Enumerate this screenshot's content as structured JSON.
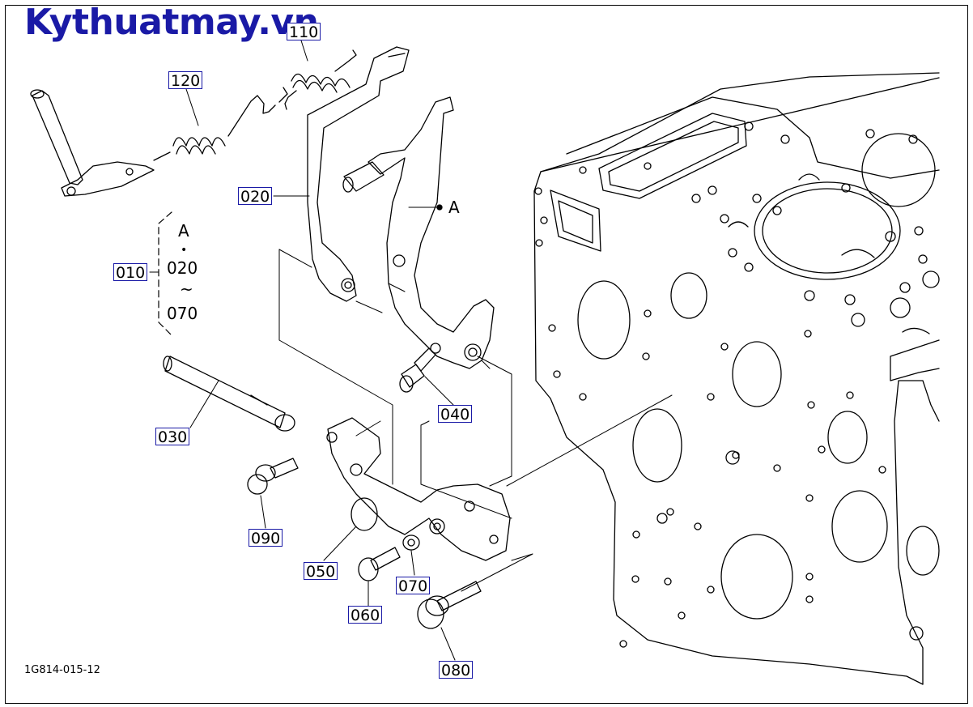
{
  "brand": "Kythuatmay.vn",
  "drawing_code": "1G814-015-12",
  "group": {
    "label": "010",
    "line1": "A",
    "line2": "•",
    "line3": "020",
    "line4": "~",
    "line5": "070"
  },
  "callouts": {
    "p110": "110",
    "p120": "120",
    "p020": "020",
    "p030": "030",
    "p040": "040",
    "p050": "050",
    "p060": "060",
    "p070": "070",
    "p080": "080",
    "p090": "090"
  },
  "ref_a": "A",
  "colors": {
    "brand": "#1a1aa6",
    "line": "#000000",
    "callout_border": "#1a1aa6"
  }
}
